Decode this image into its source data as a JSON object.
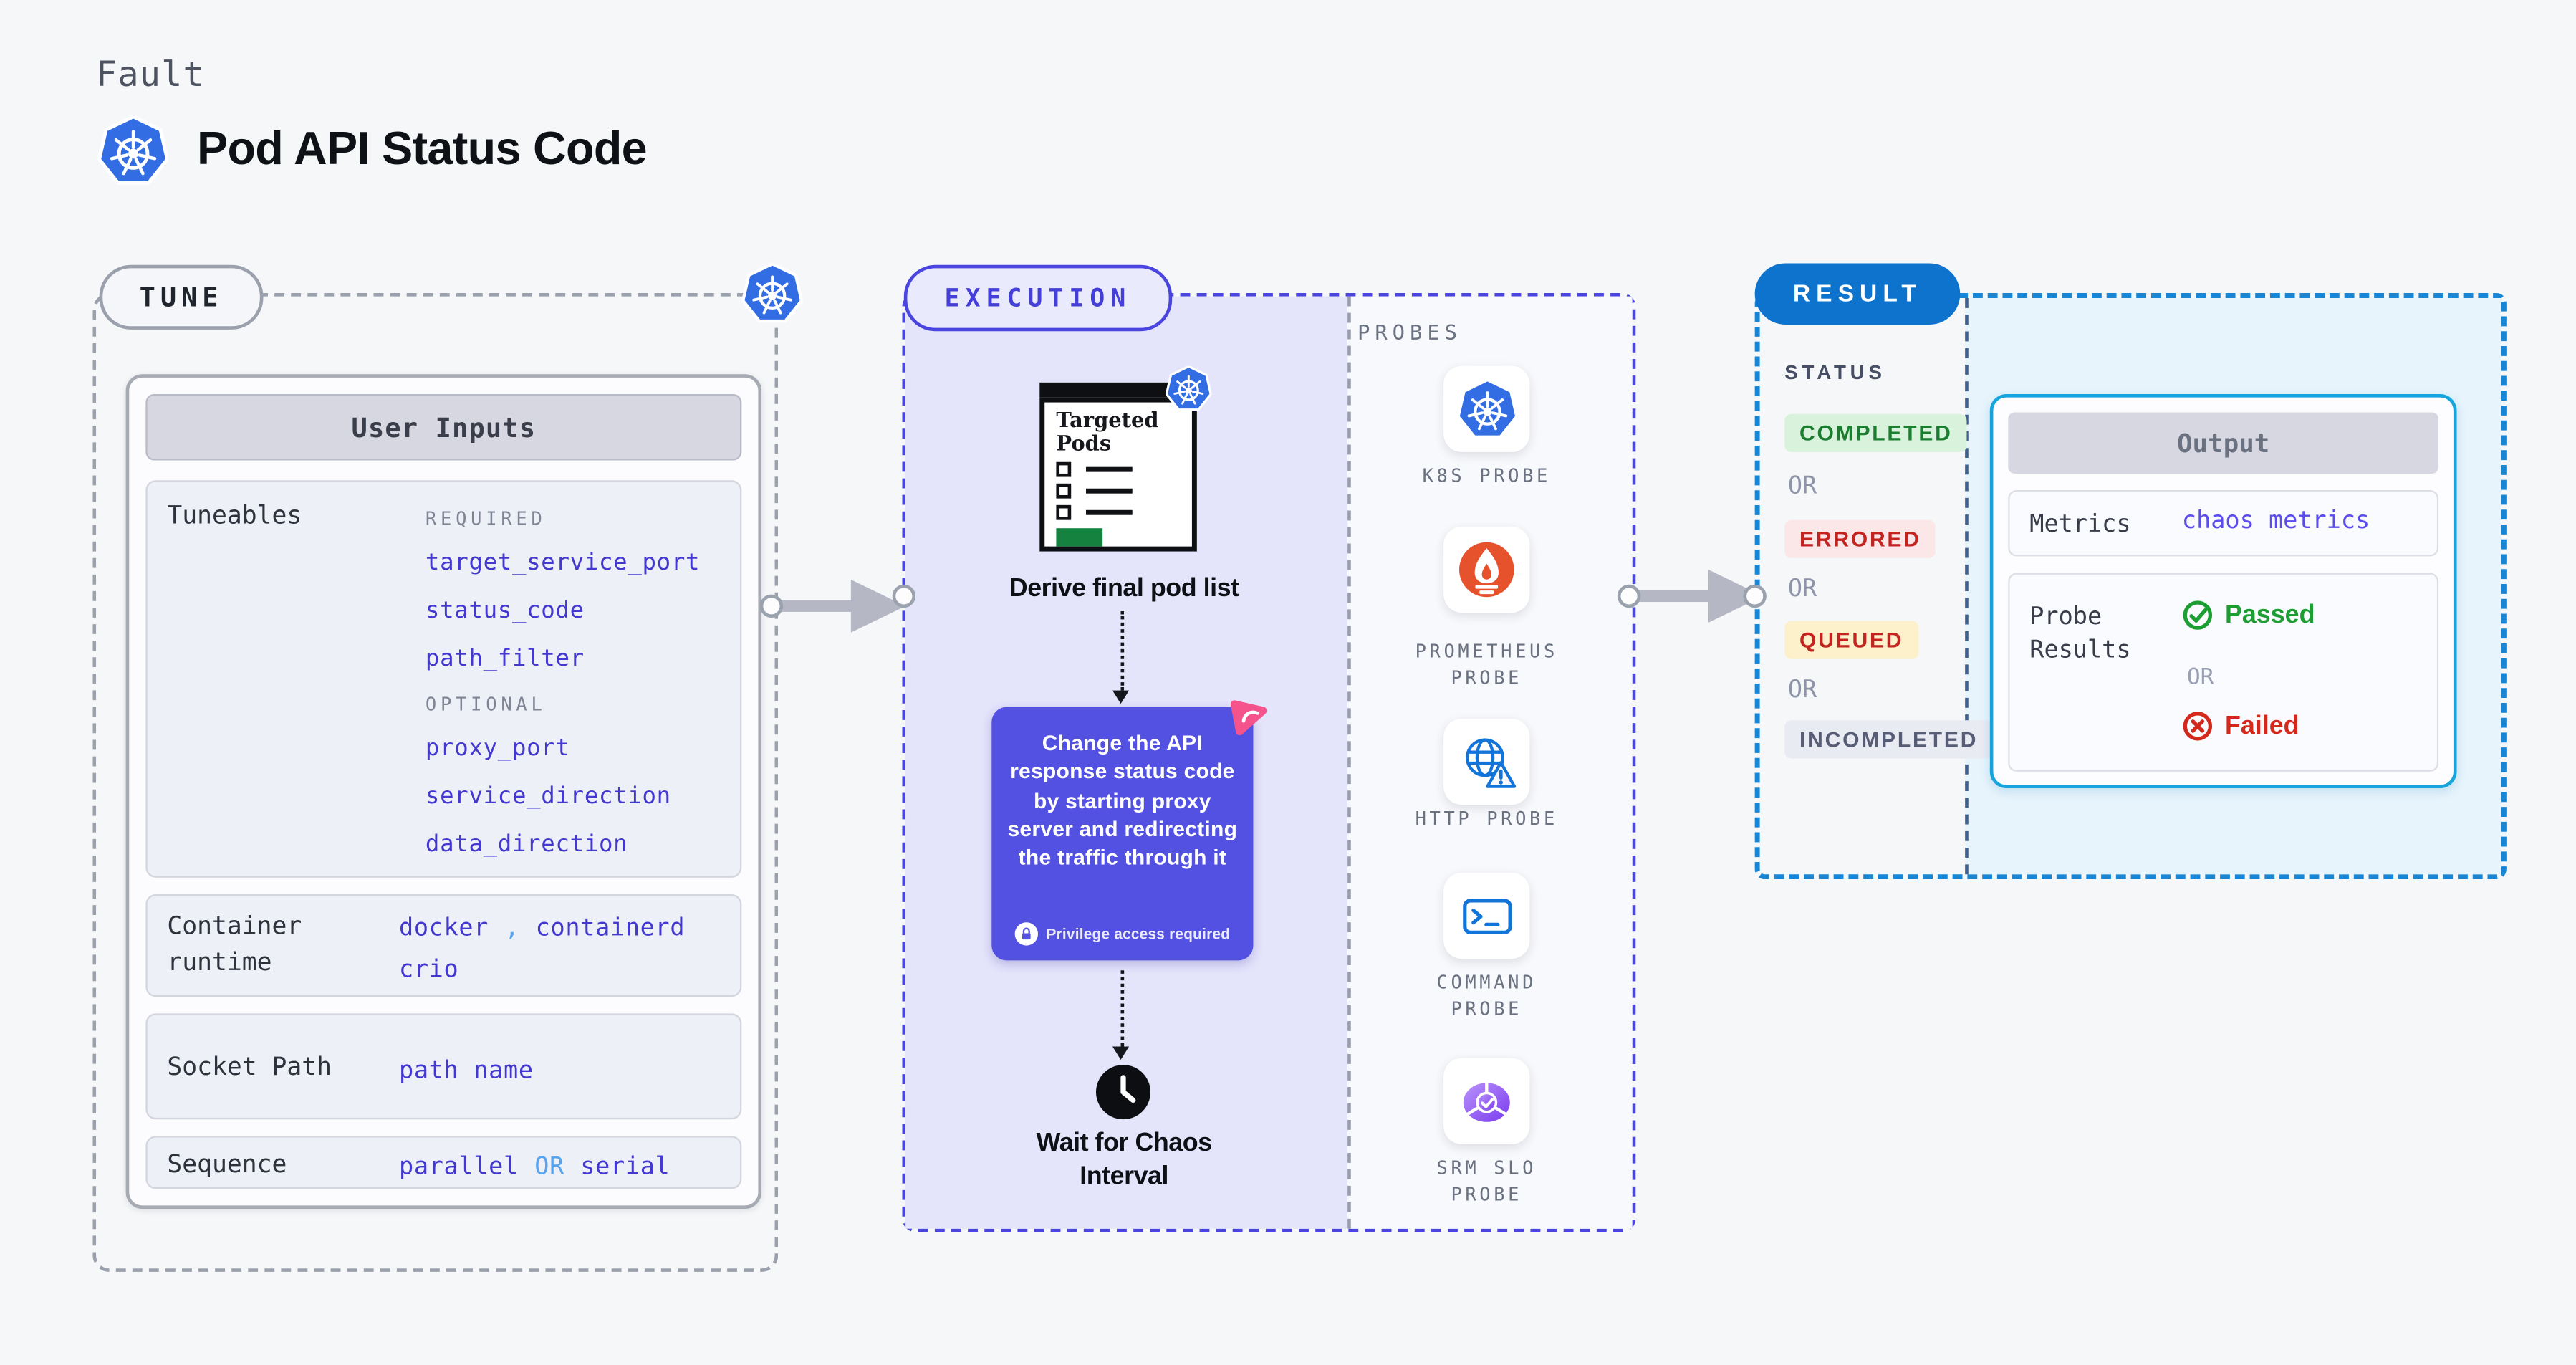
{
  "header": {
    "kind_label": "Fault",
    "title": "Pod API Status Code",
    "title_icon": "kubernetes-icon"
  },
  "tune": {
    "label": "TUNE",
    "corner_icon": "kubernetes-icon",
    "card_title": "User Inputs",
    "tuneables": {
      "label": "Tuneables",
      "required_label": "REQUIRED",
      "required": [
        "target_service_port",
        "status_code",
        "path_filter"
      ],
      "optional_label": "OPTIONAL",
      "optional": [
        "proxy_port",
        "service_direction",
        "data_direction"
      ]
    },
    "container_runtime": {
      "label": "Container runtime",
      "value1": "docker",
      "separator": ",",
      "value2": "containerd",
      "value3": "crio"
    },
    "socket_path": {
      "label": "Socket Path",
      "value": "path name"
    },
    "sequence": {
      "label": "Sequence",
      "value1": "parallel",
      "or": "OR",
      "value2": "serial"
    }
  },
  "execution": {
    "label": "EXECUTION",
    "pod_window_title": "Targeted Pods",
    "derive_caption": "Derive final pod list",
    "action_text": "Change the API response status code by starting proxy server and redirecting the traffic through it",
    "privilege_note": "Privilege access required",
    "wait_caption": "Wait for Chaos Interval"
  },
  "probes": {
    "label": "PROBES",
    "items": [
      {
        "label": "K8S PROBE",
        "icon": "kubernetes-icon"
      },
      {
        "label": "PROMETHEUS PROBE",
        "icon": "prometheus-icon"
      },
      {
        "label": "HTTP PROBE",
        "icon": "http-globe-warning-icon"
      },
      {
        "label": "COMMAND PROBE",
        "icon": "terminal-icon"
      },
      {
        "label": "SRM SLO PROBE",
        "icon": "srm-slo-gauge-icon"
      }
    ]
  },
  "result": {
    "label": "RESULT",
    "status": {
      "label": "STATUS",
      "or_label": "OR",
      "badges": [
        {
          "label": "COMPLETED",
          "tone": "success"
        },
        {
          "label": "ERRORED",
          "tone": "error"
        },
        {
          "label": "QUEUED",
          "tone": "warning"
        },
        {
          "label": "INCOMPLETED",
          "tone": "neutral"
        }
      ]
    },
    "output": {
      "title": "Output",
      "metrics_label": "Metrics",
      "metrics_value": "chaos metrics",
      "probe_results_label": "Probe Results",
      "passed_label": "Passed",
      "or_label": "OR",
      "failed_label": "Failed"
    }
  },
  "colors": {
    "page_bg": "#f6f7f9",
    "indigo_accent": "#4b45df",
    "indigo_text": "#4338cf",
    "light_blue_text": "#56a3ef",
    "action_box_bg": "#5351e1",
    "execution_panel_bg": "#e4e4fb",
    "result_border_blue": "#1886d4",
    "result_pill_bg": "#0d73cd",
    "output_border_cyan": "#17a4dd",
    "result_panel_bg": "#e7f4fc",
    "kubernetes_blue": "#326de4",
    "prometheus_orange": "#e6522c",
    "probe_icon_blue": "#1273d8",
    "success_green": "#1d9e33",
    "fail_red": "#d3281b",
    "chaos_pink": "#f4538c",
    "arrow_gray": "#b5b7c5"
  }
}
